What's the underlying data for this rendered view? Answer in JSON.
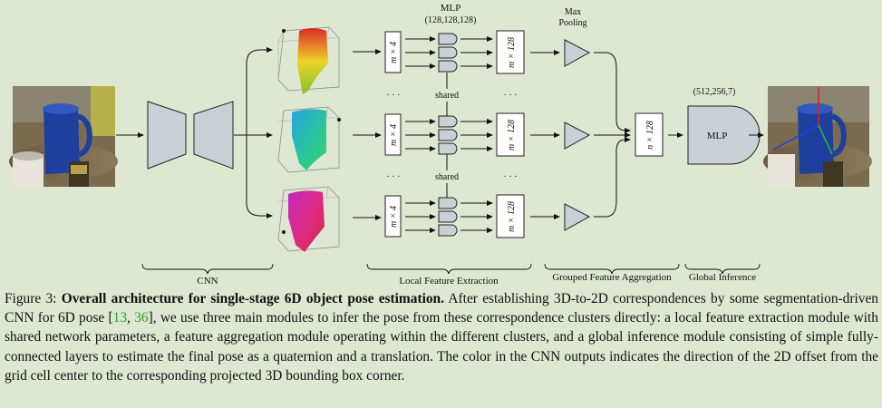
{
  "figure": {
    "mlp_top_label": "MLP",
    "mlp_top_dims": "(128,128,128)",
    "maxpool_label_line1": "Max",
    "maxpool_label_line2": "Pooling",
    "shared_label": "shared",
    "m4_label": "m × 4",
    "m128_label": "m × 128",
    "n128_label": "n × 128",
    "mlp_final_label": "MLP",
    "mlp_final_dims": "(512,256,7)",
    "ellipsis": "· · ·",
    "sections": {
      "cnn": "CNN",
      "local": "Local Feature Extraction",
      "grouped": "Grouped Feature Aggregation",
      "global": "Global Inference"
    },
    "colors": {
      "background": "#dde7d2",
      "box_fill": "#c9d0d6",
      "cluster_top": [
        "#d92020",
        "#f0d020",
        "#80c020"
      ],
      "cluster_mid": [
        "#1fa0e0",
        "#20c0a0",
        "#30d060"
      ],
      "cluster_bot": [
        "#c020c0",
        "#e02080",
        "#d02040"
      ],
      "citation": "#2aa52a"
    }
  },
  "caption": {
    "prefix": "Figure 3:",
    "bold": "Overall architecture for single-stage 6D object pose estimation.",
    "text_a": "After establishing 3D-to-2D correspondences by some segmentation-driven CNN for 6D pose [",
    "cite1": "13",
    "sep": ", ",
    "cite2": "36",
    "text_b": "], we use three main modules to infer the pose from these correspondence clusters directly: a local feature extraction module with shared network parameters, a feature aggregation module operating within the different clusters, and a global inference module consisting of simple fully-connected layers to estimate the final pose as a quaternion and a translation. The color in the CNN outputs indicates the direction of the 2D offset from the grid cell center to the corresponding projected 3D bounding box corner."
  }
}
